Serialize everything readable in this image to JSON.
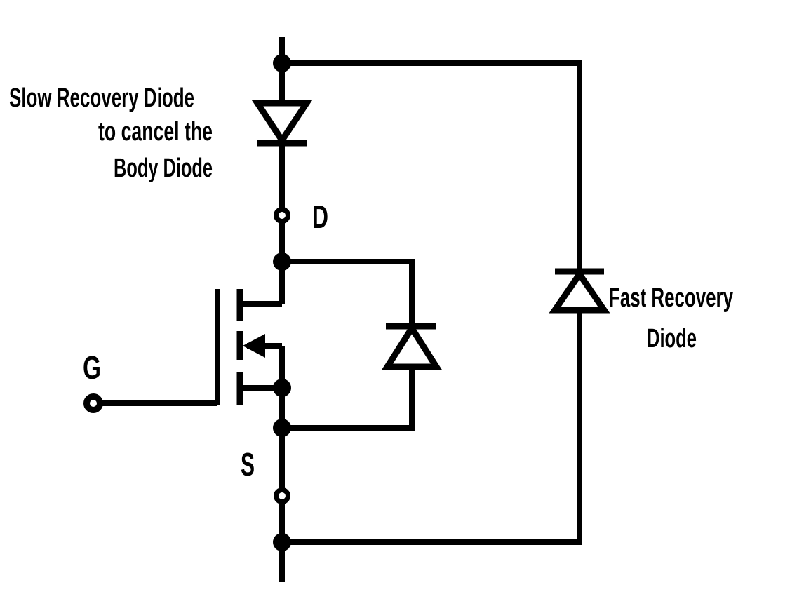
{
  "labels": {
    "slow_recovery_line1": "Slow Recovery Diode",
    "slow_recovery_line2": "to cancel the",
    "slow_recovery_line3": "Body Diode",
    "fast_recovery_line1": "Fast Recovery",
    "fast_recovery_line2": "Diode",
    "terminal_drain": "D",
    "terminal_gate": "G",
    "terminal_source": "S"
  },
  "colors": {
    "ink": "#000000",
    "background": "#ffffff"
  },
  "components": [
    "slow-recovery-diode",
    "n-channel-mosfet",
    "body-cancel-diode",
    "fast-recovery-diode"
  ]
}
